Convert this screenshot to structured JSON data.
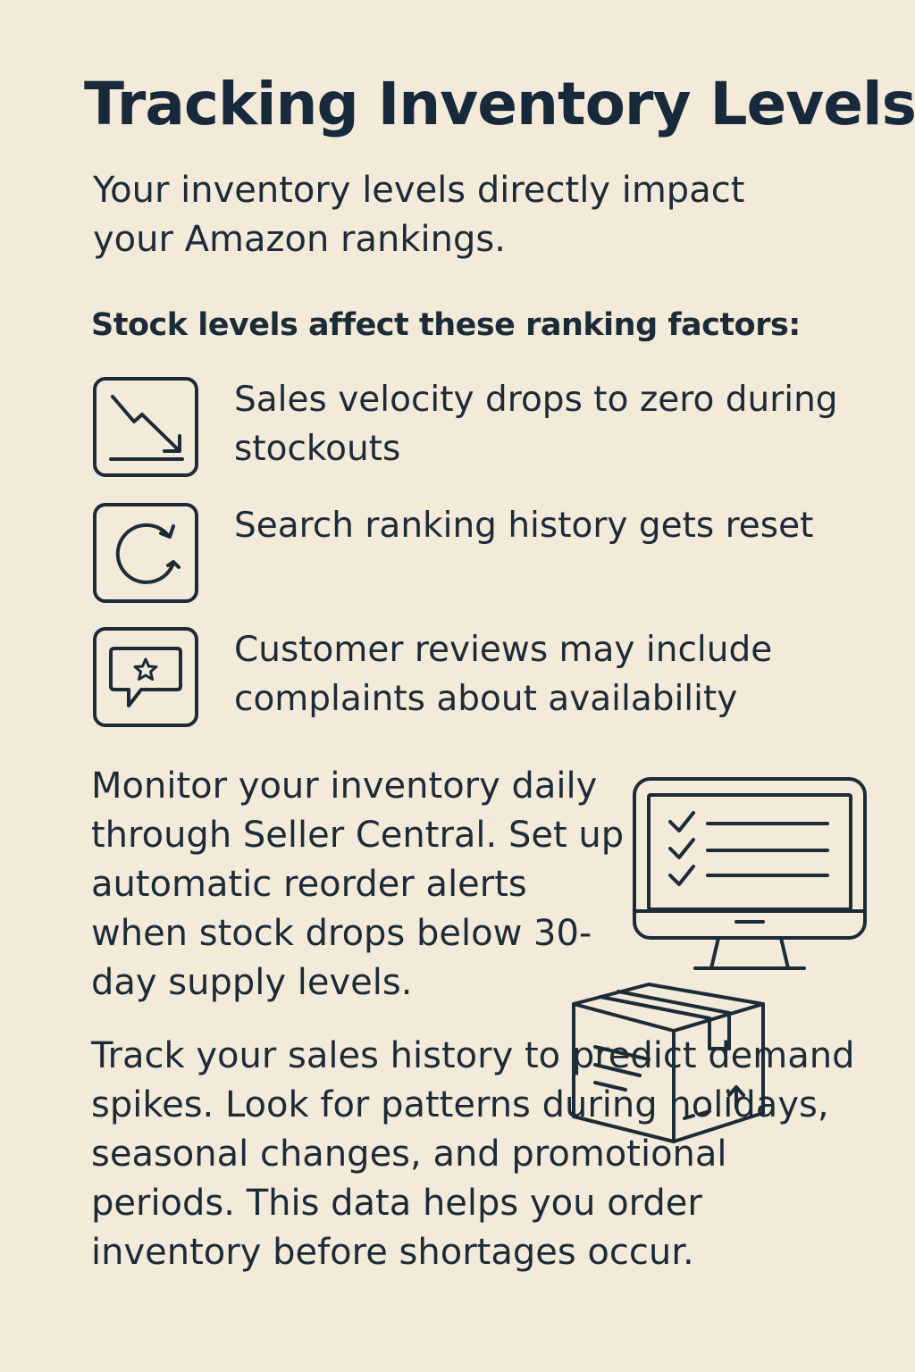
{
  "title": "Tracking Inventory Levels",
  "intro": "Your inventory levels directly impact your Amazon rankings.",
  "factors_heading": "Stock levels affect these ranking factors:",
  "factors": [
    {
      "icon": "trending-down-chart-icon",
      "text": "Sales velocity drops to zero during stockouts"
    },
    {
      "icon": "refresh-cycle-icon",
      "text": "Search ranking history gets reset"
    },
    {
      "icon": "review-star-bubble-icon",
      "text": "Customer reviews may include complaints about availability"
    }
  ],
  "monitor_paragraph": "Monitor your inventory daily through Seller Central. Set up automatic reorder alerts when stock drops below 30-day supply levels.",
  "track_paragraph": "Track your sales history to predict demand spikes. Look for patterns during holidays, seasonal changes, and promotional periods. This data helps you order inventory before shortages occur.",
  "illustrations": {
    "monitor": "checklist-monitor-icon",
    "box": "shipping-box-icon"
  },
  "colors": {
    "background": "#f3ead9",
    "ink": "#1c2b38"
  }
}
